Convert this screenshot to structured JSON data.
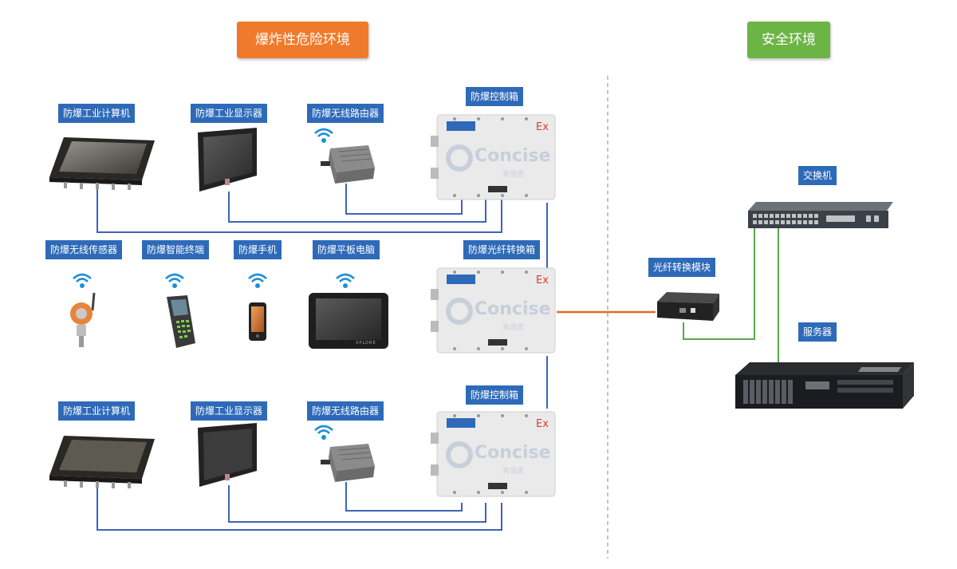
{
  "zones": {
    "hazard": "爆炸性危险环境",
    "safe": "安全环境"
  },
  "colors": {
    "hazard_zone": "#f07a2b",
    "safe_zone": "#6cb446",
    "label_bg": "#2e6ab8",
    "blue_wire": "#3f63b8",
    "green_wire": "#58a84a",
    "fiber": "#e36a25"
  },
  "top_group": {
    "computer": "防爆工业计算机",
    "display": "防爆工业显示器",
    "router": "防爆无线路由器",
    "box": "防爆控制箱"
  },
  "middle_group": {
    "sensor": "防爆无线传感器",
    "terminal": "防爆智能终端",
    "phone": "防爆手机",
    "tablet": "防爆平板电脑",
    "fiber_box": "防爆光纤转换箱"
  },
  "bottom_group": {
    "computer": "防爆工业计算机",
    "display": "防爆工业显示器",
    "router": "防爆无线路由器",
    "box": "防爆控制箱"
  },
  "safe_area": {
    "switch": "交换机",
    "fiber_module": "光纤转换模块",
    "server": "服务器"
  },
  "box_brand": {
    "logo": "Concise",
    "logo_cn": "肯倍思",
    "ex_mark": "Ex"
  },
  "tablet_brand": "XPLORE"
}
